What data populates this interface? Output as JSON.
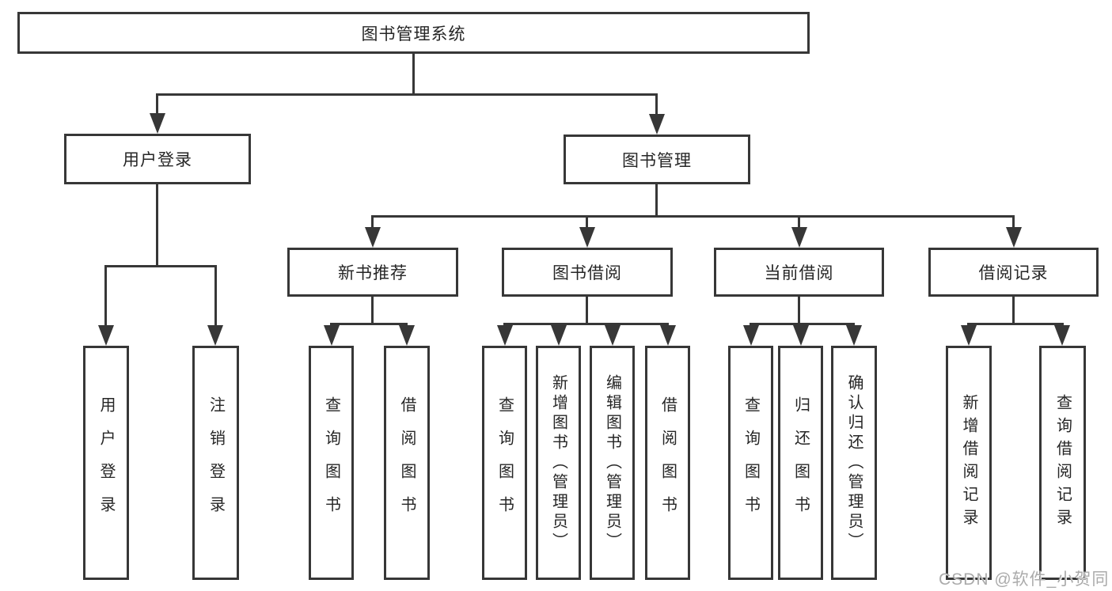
{
  "diagram": {
    "root": {
      "label": "图书管理系统"
    },
    "level2": [
      {
        "label": "用户登录"
      },
      {
        "label": "图书管理"
      }
    ],
    "level3": [
      {
        "label": "新书推荐",
        "parent": "图书管理"
      },
      {
        "label": "图书借阅",
        "parent": "图书管理"
      },
      {
        "label": "当前借阅",
        "parent": "图书管理"
      },
      {
        "label": "借阅记录",
        "parent": "图书管理"
      }
    ],
    "leaves": [
      {
        "label": "用户登录",
        "parent": "用户登录"
      },
      {
        "label": "注销登录",
        "parent": "用户登录"
      },
      {
        "label": "查询图书",
        "parent": "新书推荐"
      },
      {
        "label": "借阅图书",
        "parent": "新书推荐"
      },
      {
        "label": "查询图书",
        "parent": "图书借阅"
      },
      {
        "label": "新增图书（管理员）",
        "parent": "图书借阅"
      },
      {
        "label": "编辑图书（管理员）",
        "parent": "图书借阅"
      },
      {
        "label": "借阅图书",
        "parent": "图书借阅"
      },
      {
        "label": "查询图书",
        "parent": "当前借阅"
      },
      {
        "label": "归还图书",
        "parent": "当前借阅"
      },
      {
        "label": "确认归还（管理员）",
        "parent": "当前借阅"
      },
      {
        "label": "新增借阅记录",
        "parent": "借阅记录"
      },
      {
        "label": "查询借阅记录",
        "parent": "借阅记录"
      }
    ],
    "colors": {
      "line": "#373737",
      "text": "#262626",
      "background": "#ffffff",
      "watermark": "#ababab"
    }
  },
  "watermark": {
    "text": "CSDN @软件_小贺同学"
  }
}
